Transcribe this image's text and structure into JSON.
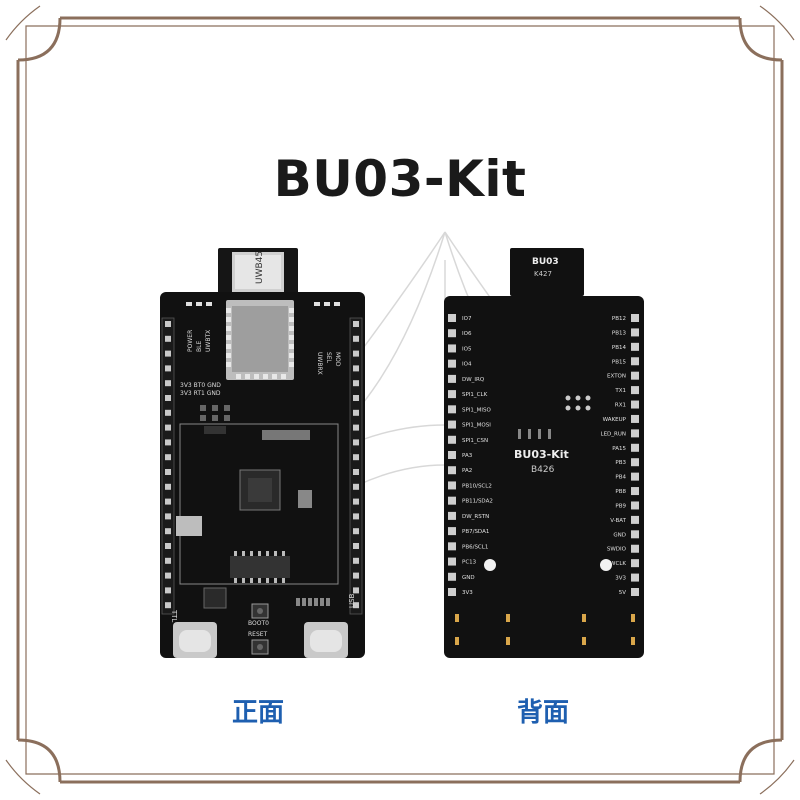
{
  "title": "BU03-Kit",
  "captions": {
    "front": "正面",
    "back": "背面"
  },
  "front_board": {
    "module_label": "UWB45",
    "left_vertical_labels": [
      "POWER",
      "BLE",
      "UWBTX"
    ],
    "right_vertical_labels": [
      "UWBRX",
      "SEL",
      "MOD"
    ],
    "header_row1": "3V3 BT0 GND",
    "header_row2": "3V3 RT1 GND",
    "left_side_label": "TTL",
    "right_side_label": "USB",
    "boot_label": "BOOT0",
    "reset_label": "RESET"
  },
  "back_board": {
    "module_name": "BU03",
    "module_code": "K427",
    "board_name": "BU03-Kit",
    "board_code": "B426",
    "left_pins": [
      "IO7",
      "IO6",
      "IO5",
      "IO4",
      "DW_IRQ",
      "SPI1_CLK",
      "SPI1_MISO",
      "SPI1_MOSI",
      "SPI1_CSN",
      "PA3",
      "PA2",
      "PB10/SCL2",
      "PB11/SDA2",
      "DW_RSTN",
      "PB7/SDA1",
      "PB6/SCL1",
      "PC13",
      "GND",
      "3V3"
    ],
    "right_pins": [
      "PB12",
      "PB13",
      "PB14",
      "PB15",
      "EXTON",
      "TX1",
      "RX1",
      "WAKEUP",
      "LED_RUN",
      "PA15",
      "PB3",
      "PB4",
      "PB8",
      "PB9",
      "V-BAT",
      "GND",
      "SWDIO",
      "SWCLK",
      "3V3",
      "5V"
    ]
  },
  "colors": {
    "frame": "#8b6f5c",
    "board": "#111111",
    "silkscreen": "#dddddd",
    "pads": "#d9a64a",
    "caption": "#1e5fb0"
  }
}
